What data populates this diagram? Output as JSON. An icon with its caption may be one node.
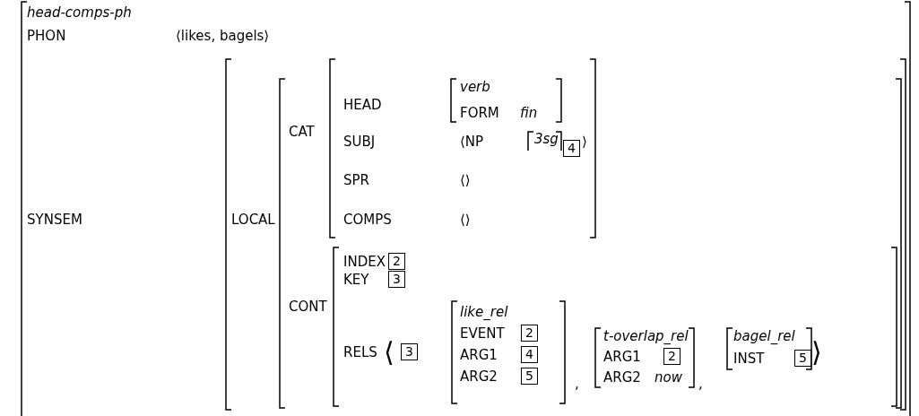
{
  "diagram": {
    "labels": [
      "head-comps-ph",
      "PHON",
      "⟨likes, bagels⟩",
      "SYNSEM",
      "LOCAL",
      "CAT",
      "HEAD",
      "verb",
      "FORM",
      "fin",
      "SUBJ",
      "⟨NP",
      "3sg",
      "4",
      "⟩",
      "SPR",
      "⟨⟩",
      "COMPS",
      "⟨⟩",
      "CONT",
      "INDEX",
      "2",
      "KEY",
      "3",
      "RELS",
      "⟨",
      "3",
      "like_rel",
      "EVENT",
      "2",
      "ARG1",
      "4",
      "ARG2",
      "5",
      ",",
      "t-overlap_rel",
      "ARG1",
      "2",
      "ARG2",
      "now",
      ",",
      "bagel_rel",
      "INST",
      "5",
      "⟩"
    ]
  }
}
